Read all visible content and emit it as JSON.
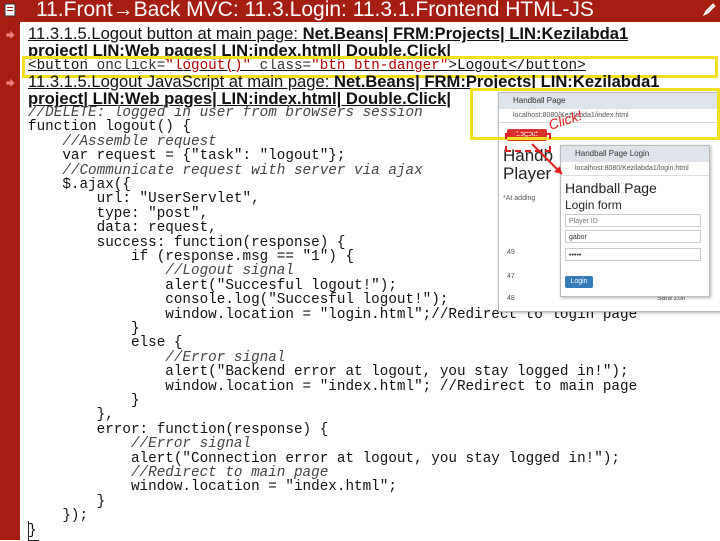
{
  "slide": {
    "title": "11.Front→Back MVC: 11.3.Login: 11.3.1.Frontend HTML-JS"
  },
  "bullets": {
    "b1_line1_prefix": "11.3.1.5.Logout button at main page: ",
    "b1_line1_bold": "Net.Beans| FRM:Projects| LIN:Kezilabda1",
    "b1_line2_bold": "project| LIN:Web pages| LIN:index.html| Double.Click|",
    "b2_line1_prefix": "11.3.1.5.Logout JavaScript at main page: ",
    "b2_line1_bold": "Net.Beans| FRM:Projects| LIN:Kezilabda1",
    "b2_line2_bold": "project| LIN:Web pages| LIN:index.html| Double.Click|"
  },
  "button_code": {
    "open_tag": "<button ",
    "attr1": "onclick=",
    "val1": "\"logout()\"",
    "attr2": " class=",
    "val2": "\"btn btn-danger\"",
    "inner": ">Logout</button>"
  },
  "code": [
    "//DELETE: logged in user from browsers session",
    "function logout() {",
    "    //Assemble request",
    "    var request = {\"task\": \"logout\"};",
    "    //Communicate request with server via ajax",
    "    $.ajax({",
    "        url: \"UserServlet\",",
    "        type: \"post\",",
    "        data: request,",
    "        success: function(response) {",
    "            if (response.msg == \"1\") {",
    "                //Logout signal",
    "                alert(\"Succesful logout!\");",
    "                console.log(\"Succesful logout!\");",
    "                window.location = \"login.html\";//Redirect to login page",
    "            }",
    "            else {",
    "                //Error signal",
    "                alert(\"Backend error at logout, you stay logged in!\");",
    "                window.location = \"index.html\"; //Redirect to main page",
    "            }",
    "        },",
    "        error: function(response) {",
    "            //Error signal",
    "            alert(\"Connection error at logout, you stay logged in!\");",
    "            //Redirect to main page",
    "            window.location = \"index.html\";",
    "        }",
    "    });",
    "}"
  ],
  "browser_main": {
    "tab": "Handball Page",
    "url": "localhost:8080/Kezilabda1/index.html",
    "logout_button": "Logout",
    "heading_part1": "Handb",
    "heading_part2": "Player",
    "at_adding": "*At adding",
    "rows": [
      "49",
      "47",
      "48"
    ],
    "row_name": "Sára Zoll"
  },
  "browser_login": {
    "tab": "Handball Page Login",
    "url": "localhost:8080/Kezilabda1/login.html",
    "heading": "Handball Page",
    "subheading": "Login form",
    "player_id_label": "Player ID",
    "username_value": "gabor",
    "password_value": "•••••",
    "login_button": "Login"
  },
  "annotation": {
    "click_label": "Click!"
  },
  "colors": {
    "accent": "#a61e12",
    "highlight": "#f0e020",
    "annotation_red": "#e02020"
  }
}
